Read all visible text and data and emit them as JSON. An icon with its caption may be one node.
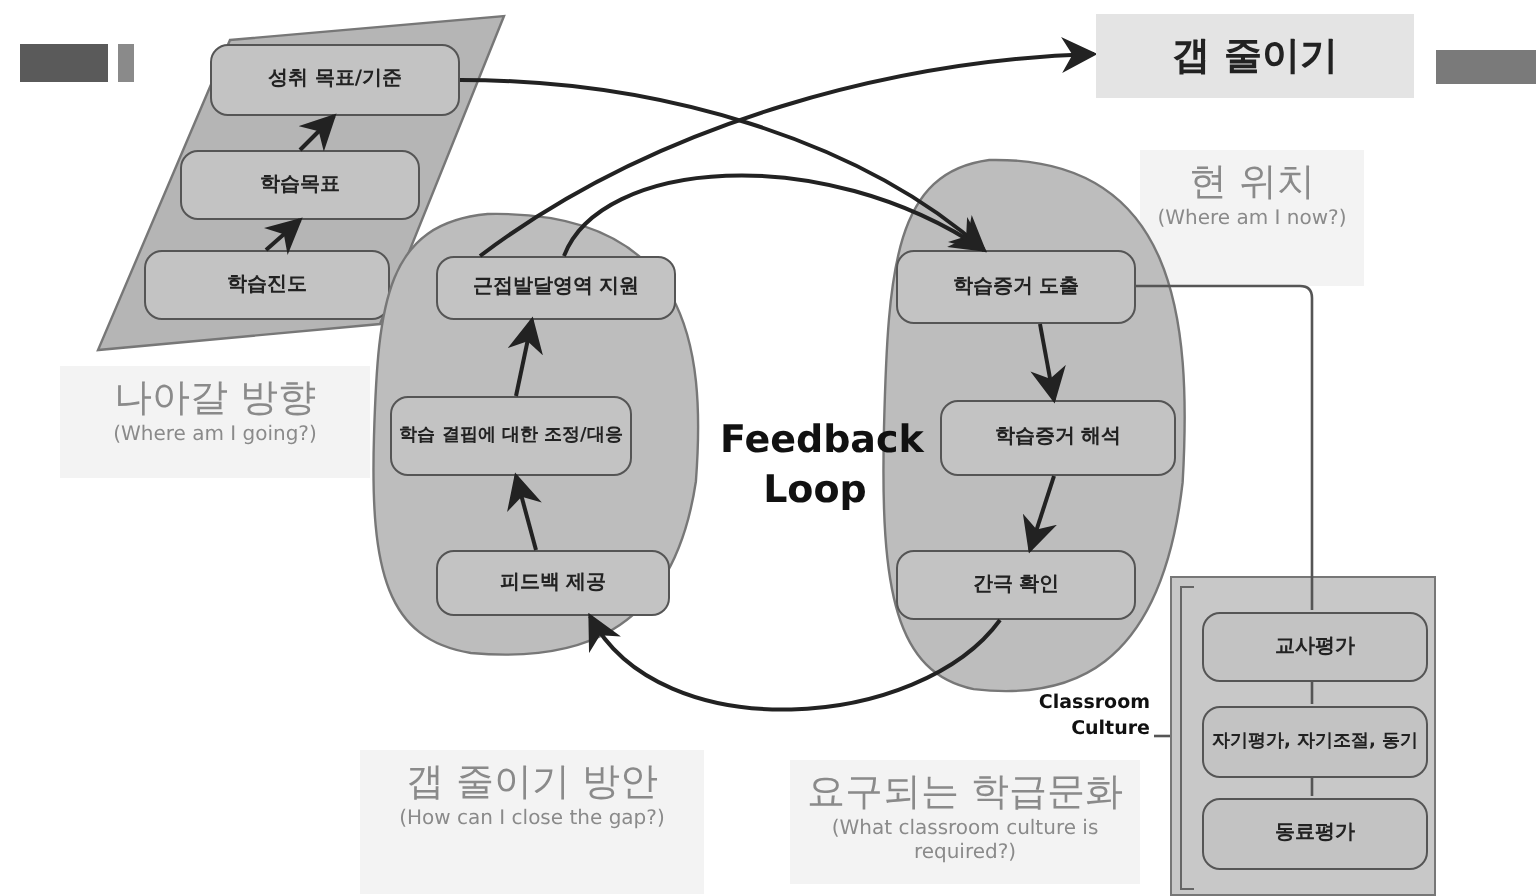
{
  "diagram": {
    "nodes": [
      {
        "text": [],
        "shape": "parallelogram",
        "beside": [
          "나아갈 방향",
          "(Where am I going?)"
        ]
      },
      {
        "text": [
          "성취 목표/기준"
        ],
        "in": 0
      },
      {
        "text": [
          "학습목표"
        ],
        "in": 0
      },
      {
        "text": [
          "학습진도"
        ],
        "in": 0
      },
      {
        "text": [],
        "shape": "blob",
        "beside": [
          "갭 줄이기 방안",
          "(How can I close the gap?)"
        ]
      },
      {
        "text": [
          "근접발달영역 지원"
        ],
        "in": 4
      },
      {
        "text": [
          "학습 결핍에 대한 조정/대응"
        ],
        "in": 4
      },
      {
        "text": [
          "피드백 제공"
        ],
        "in": 4
      },
      {
        "text": [],
        "shape": "blob",
        "beside": [
          "현 위치",
          "(Where am I now?)"
        ]
      },
      {
        "text": [
          "학습증거 도출"
        ],
        "in": 8
      },
      {
        "text": [
          "학습증거 해석"
        ],
        "in": 8
      },
      {
        "text": [
          "간극 확인"
        ],
        "in": 8
      },
      {
        "text": [],
        "shape": "box",
        "beside": [
          "요구되는 학급문화",
          "(What classroom culture is required?)"
        ]
      },
      {
        "text": [
          "교사평가"
        ],
        "in": 12
      },
      {
        "text": [
          "자기평가, 자기조절, 동기"
        ],
        "in": 12
      },
      {
        "text": [
          "동료평가"
        ],
        "in": 12
      },
      {
        "text": [
          "갭 줄이기"
        ]
      },
      {
        "text": [
          "Classroom Culture"
        ]
      }
    ],
    "edges": [
      {
        "from": 3,
        "to": 2,
        "arrow": "to"
      },
      {
        "from": 2,
        "to": 1,
        "arrow": "to"
      },
      {
        "from": 1,
        "to": 9,
        "arrow": "to"
      },
      {
        "from": 5,
        "to": 9,
        "arrow": "to"
      },
      {
        "from": 5,
        "to": 16,
        "arrow": "to"
      },
      {
        "from": 9,
        "to": 10,
        "arrow": "to"
      },
      {
        "from": 10,
        "to": 11,
        "arrow": "to"
      },
      {
        "from": 11,
        "to": 7,
        "arrow": "to"
      },
      {
        "from": 7,
        "to": 6,
        "arrow": "to"
      },
      {
        "from": 6,
        "to": 5,
        "arrow": "to"
      },
      {
        "from": 9,
        "to": 13,
        "arrow": "none"
      },
      {
        "from": 13,
        "to": 14,
        "arrow": "none"
      },
      {
        "from": 14,
        "to": 15,
        "arrow": "none"
      },
      {
        "from": 17,
        "to": 12,
        "arrow": "none"
      }
    ],
    "labels": [
      "Feedback Loop"
    ]
  }
}
